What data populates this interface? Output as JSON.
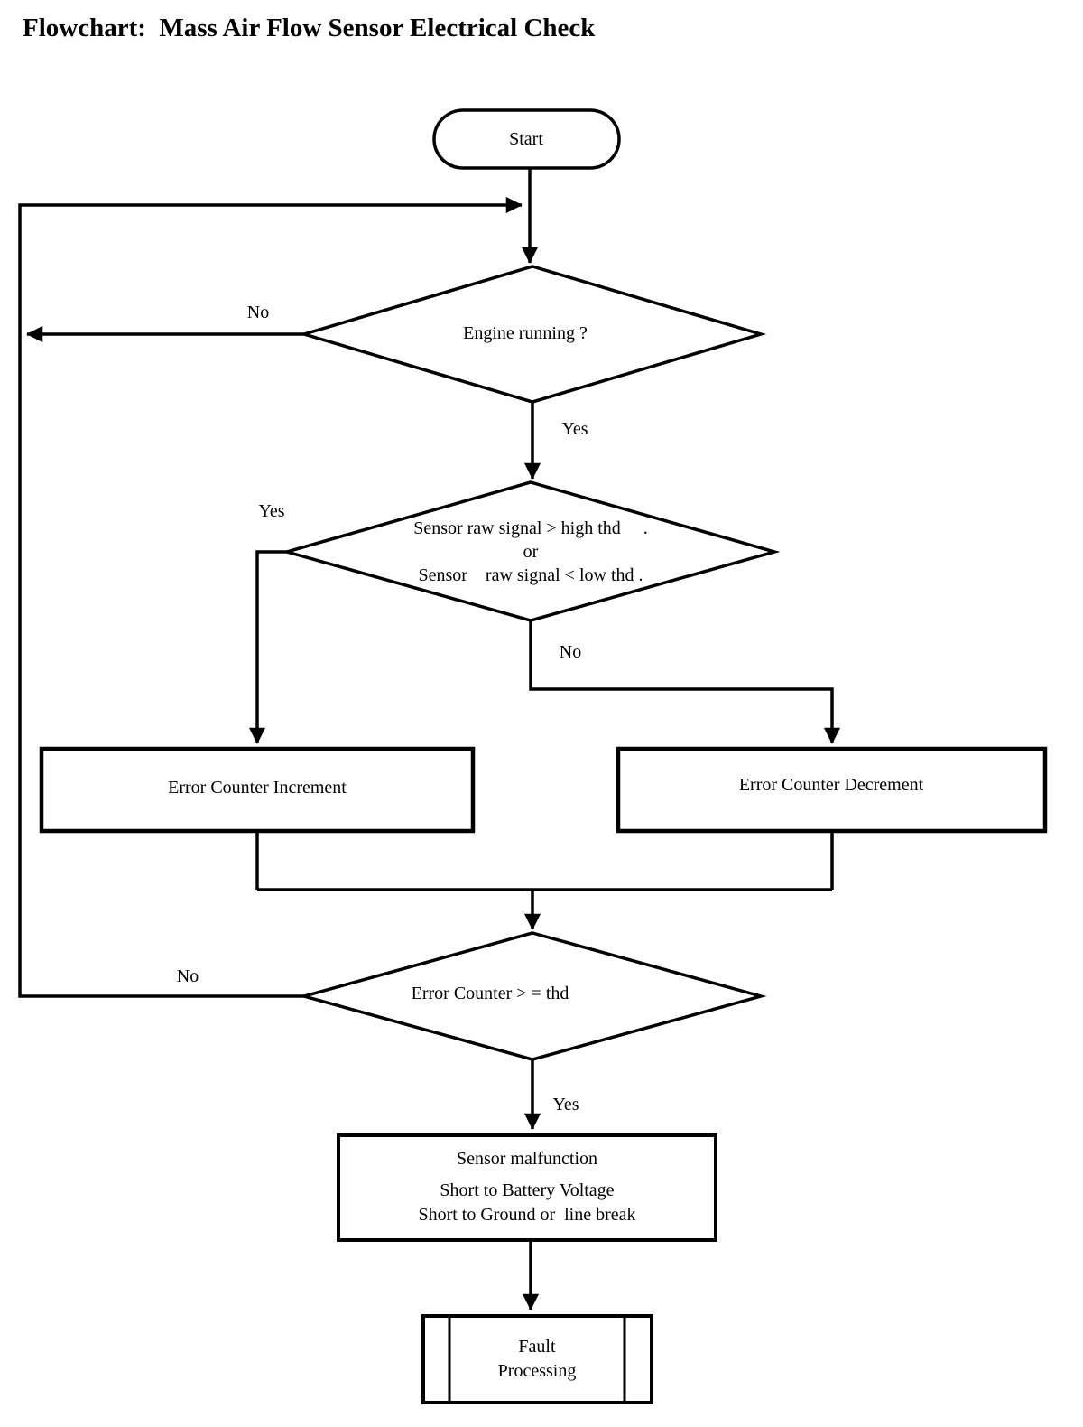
{
  "title": "Flowchart:  Mass Air Flow Sensor Electrical Check",
  "colors": {
    "line": "#000000",
    "background": "#ffffff",
    "text": "#000000"
  },
  "nodes": {
    "start": {
      "type": "terminator",
      "label": "Start"
    },
    "engine_running": {
      "type": "decision",
      "label": "Engine running ?"
    },
    "signal_check": {
      "type": "decision",
      "label": "Sensor raw signal > high thd     .\nor\nSensor    raw signal < low thd ."
    },
    "error_counter_increment": {
      "type": "process",
      "label": "Error Counter Increment"
    },
    "error_counter_decrement": {
      "type": "process",
      "label": "Error Counter Decrement"
    },
    "error_counter_threshold": {
      "type": "decision",
      "label": "Error Counter > = thd"
    },
    "sensor_malfunction": {
      "type": "process",
      "title": "Sensor malfunction",
      "body": "Short to Battery Voltage\nShort to Ground or  line break"
    },
    "fault_processing": {
      "type": "predefined-process",
      "label": "Fault\nProcessing"
    }
  },
  "edge_labels": {
    "engine_running_no": "No",
    "engine_running_yes": "Yes",
    "signal_check_yes": "Yes",
    "signal_check_no": "No",
    "threshold_no": "No",
    "threshold_yes": "Yes"
  }
}
